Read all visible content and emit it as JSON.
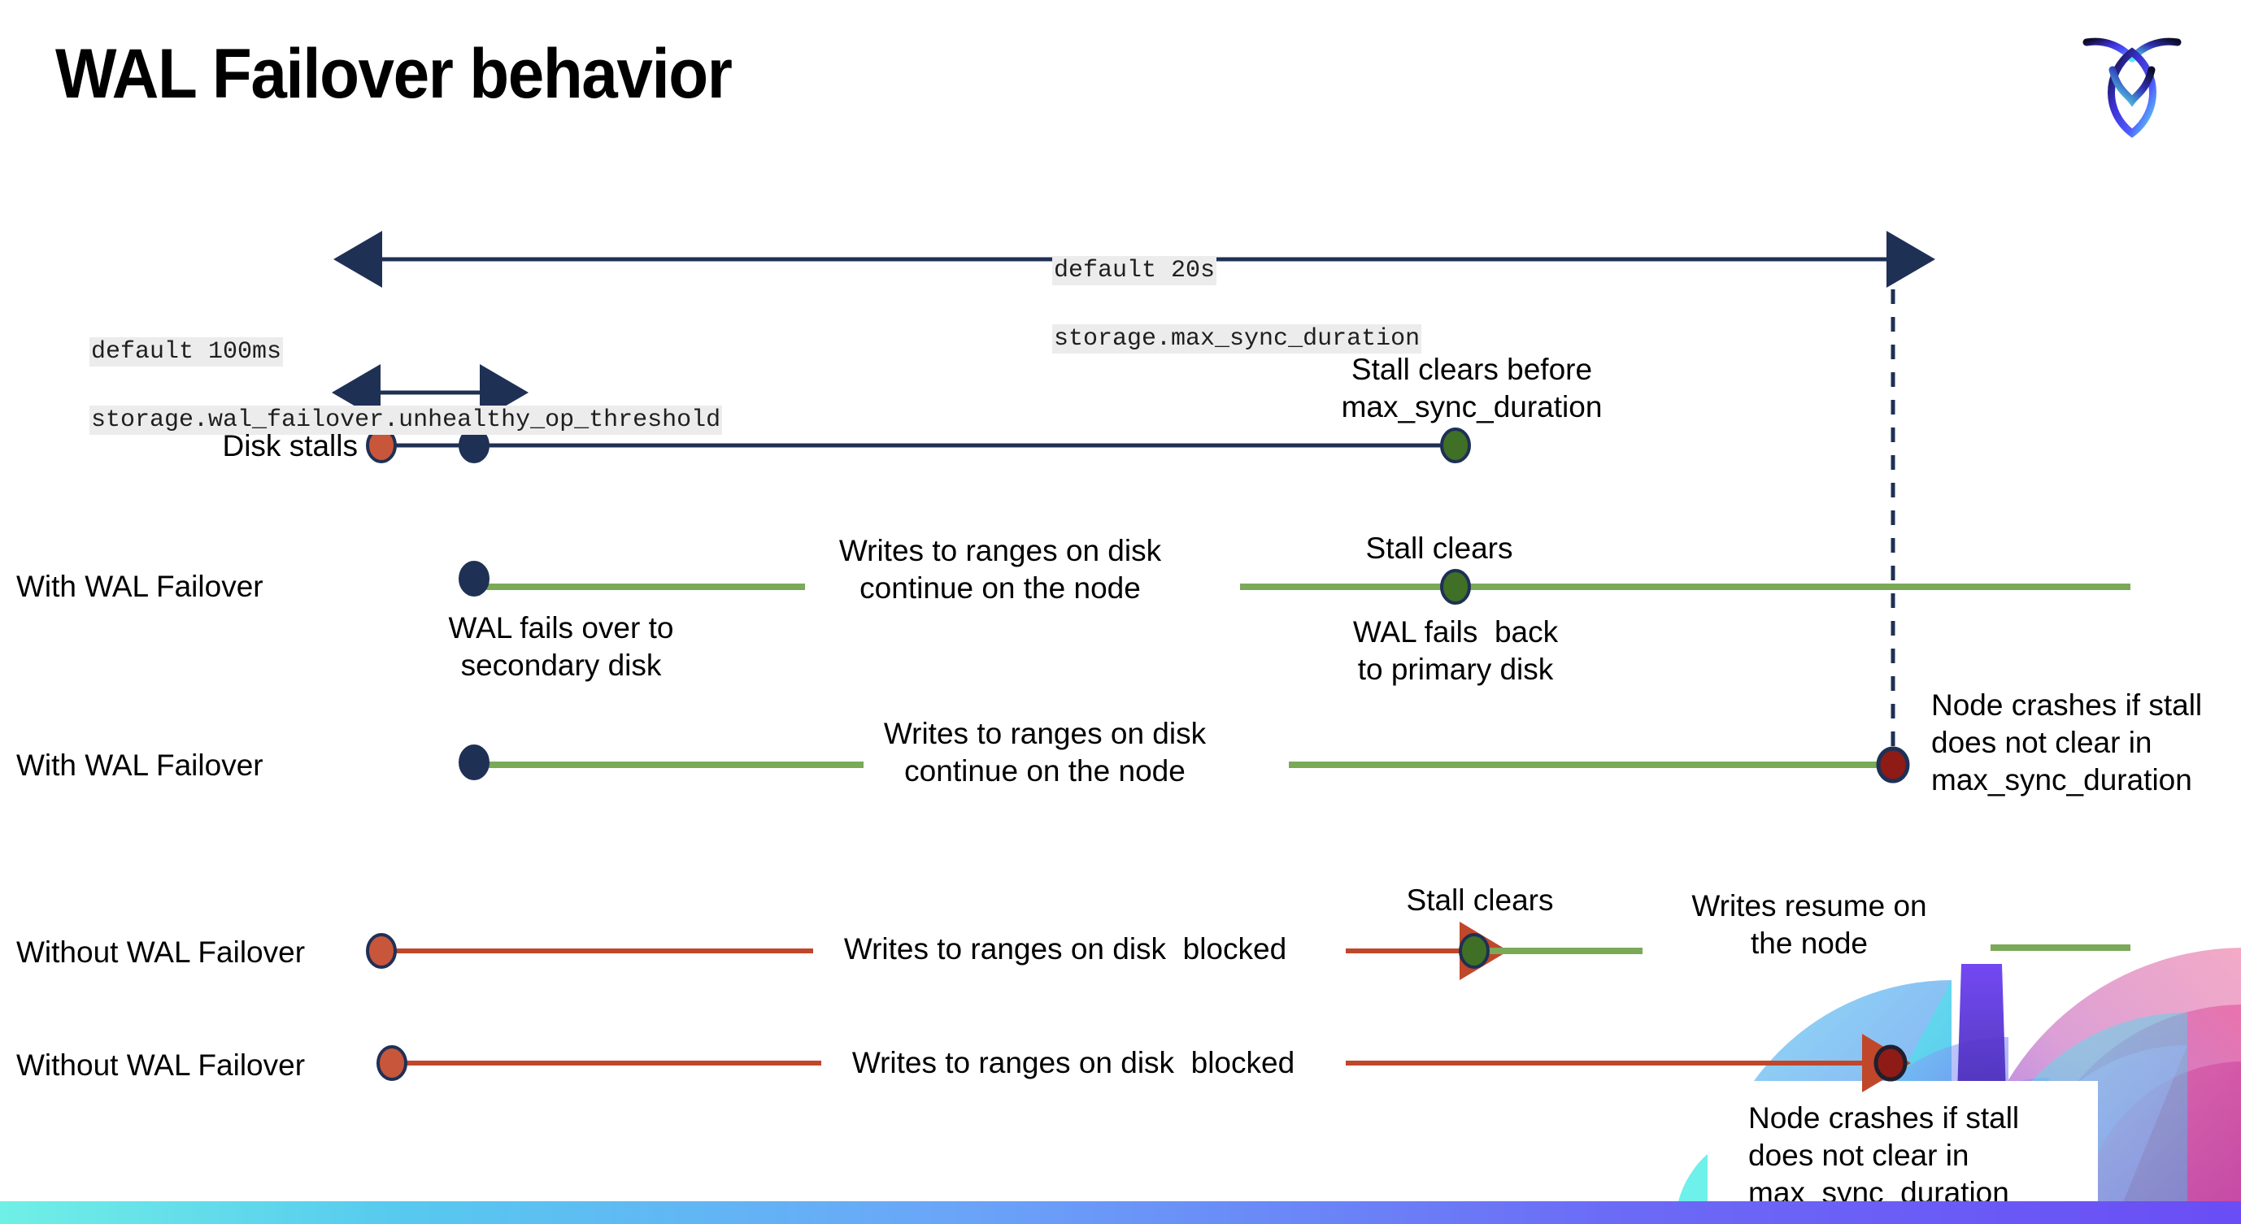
{
  "slide": {
    "title": "WAL Failover behavior",
    "logo_icon": "cockroach-labs-logo-icon",
    "background_color": "#ffffff",
    "bottom_bar_gradient": [
      "#6ff0e6",
      "#6a4df5"
    ]
  },
  "colors": {
    "navy": "#1f3055",
    "green_line": "#7aa958",
    "green_dot": "#3f7026",
    "orange_line": "#c0472a",
    "orange_dot": "#c8563a",
    "dark_red_dot": "#8e1b16",
    "code_bg": "#ececec"
  },
  "annotations": {
    "max_sync": {
      "default": "default 20s",
      "setting": "storage.max_sync_duration"
    },
    "unhealthy_op": {
      "default": "default 100ms",
      "setting": "storage.wal_failover.unhealthy_op_threshold"
    }
  },
  "rows": [
    {
      "id": "disk-stalls",
      "label": "Disk stalls",
      "notes": [
        {
          "id": "stall-clears-before",
          "text": "Stall clears before\nmax_sync_duration"
        }
      ]
    },
    {
      "id": "with-wal-failover-1",
      "label": "With WAL Failover",
      "notes": [
        {
          "id": "writes-continue-1",
          "text": "Writes to ranges on disk\ncontinue on the node"
        },
        {
          "id": "wal-fails-over",
          "text": "WAL fails over to\nsecondary disk"
        },
        {
          "id": "stall-clears-1",
          "text": "Stall clears"
        },
        {
          "id": "wal-fails-back",
          "text": "WAL fails  back\nto primary disk"
        }
      ]
    },
    {
      "id": "with-wal-failover-2",
      "label": "With WAL Failover",
      "notes": [
        {
          "id": "writes-continue-2",
          "text": "Writes to ranges on disk\ncontinue on the node"
        },
        {
          "id": "node-crashes-1",
          "text": "Node crashes if stall\ndoes not clear in\nmax_sync_duration"
        }
      ]
    },
    {
      "id": "without-wal-failover-1",
      "label": "Without WAL Failover",
      "notes": [
        {
          "id": "writes-blocked-1",
          "text": "Writes to ranges on disk  blocked"
        },
        {
          "id": "stall-clears-2",
          "text": "Stall clears"
        },
        {
          "id": "writes-resume",
          "text": "Writes resume on\nthe node"
        }
      ]
    },
    {
      "id": "without-wal-failover-2",
      "label": "Without WAL Failover",
      "notes": [
        {
          "id": "writes-blocked-2",
          "text": "Writes to ranges on disk  blocked"
        },
        {
          "id": "node-crashes-2",
          "text": "Node crashes if stall\ndoes not clear in\nmax_sync_duration"
        }
      ]
    }
  ],
  "labels": {
    "disk_stalls": "Disk stalls",
    "with_wal_failover_1": "With WAL Failover",
    "with_wal_failover_2": "With WAL Failover",
    "without_wal_failover_1": "Without WAL Failover",
    "without_wal_failover_2": "Without WAL Failover",
    "stall_clears_before": "Stall clears before\nmax_sync_duration",
    "writes_continue_1": "Writes to ranges on disk\ncontinue on the node",
    "wal_fails_over": "WAL fails over to\nsecondary disk",
    "stall_clears_1": "Stall clears",
    "wal_fails_back": "WAL fails  back\nto primary disk",
    "writes_continue_2": "Writes to ranges on disk\ncontinue on the node",
    "node_crashes_1": "Node crashes if stall\ndoes not clear in\nmax_sync_duration",
    "writes_blocked_1": "Writes to ranges on disk  blocked",
    "stall_clears_2": "Stall clears",
    "writes_resume": "Writes resume on\nthe node",
    "writes_blocked_2": "Writes to ranges on disk  blocked",
    "node_crashes_2": "Node crashes if stall\ndoes not clear in\nmax_sync_duration"
  }
}
